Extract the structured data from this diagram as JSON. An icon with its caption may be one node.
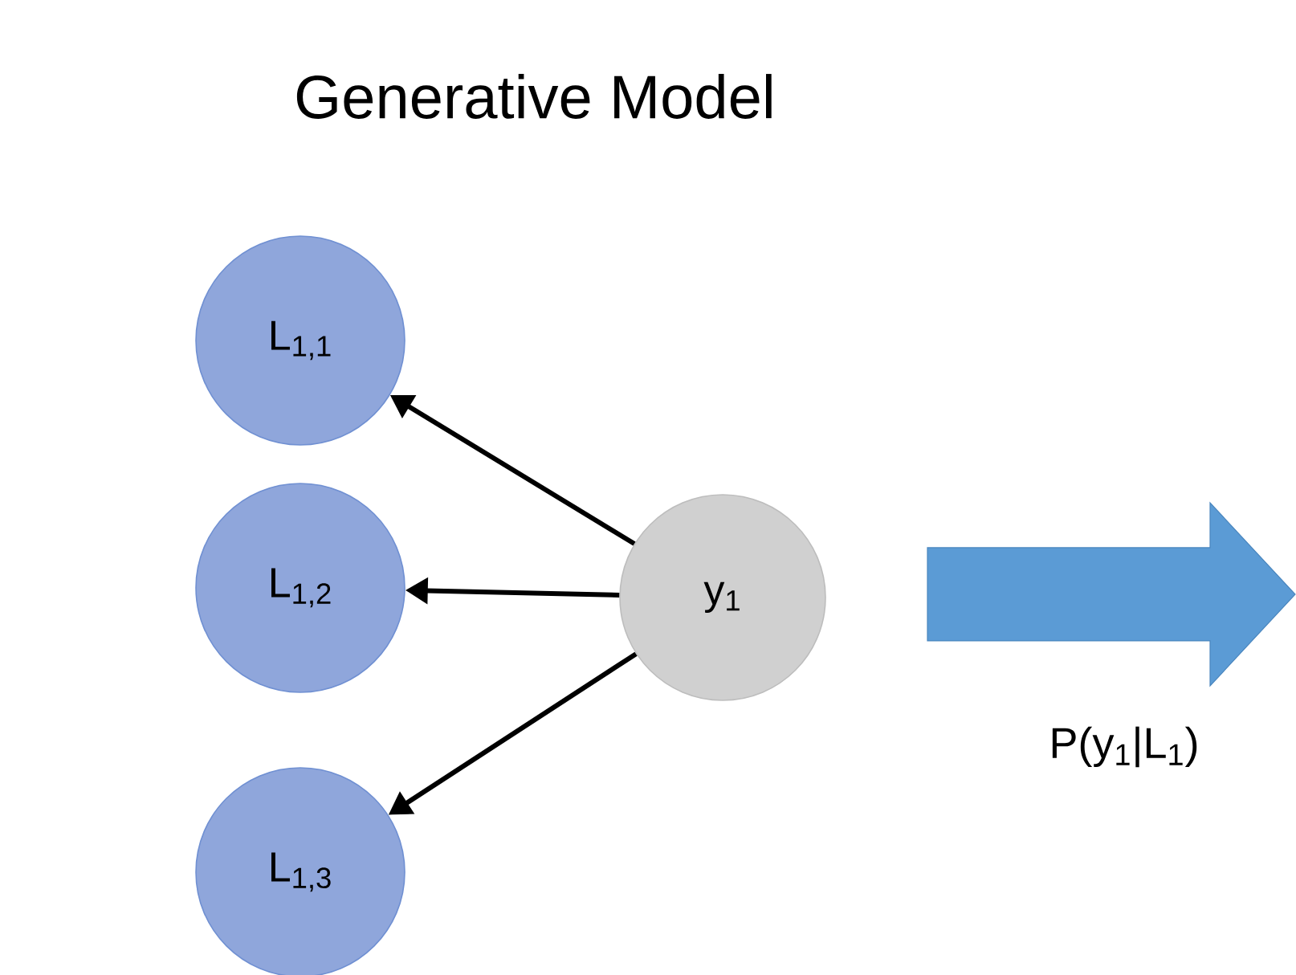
{
  "diagram": {
    "title": "Generative Model",
    "nodes": [
      {
        "text": [
          "L$_{1,1}$"
        ]
      },
      {
        "text": [
          "L$_{1,2}$"
        ]
      },
      {
        "text": [
          "L$_{1,3}$"
        ]
      },
      {
        "text": [
          "y$_{1}$"
        ]
      },
      {
        "text": [],
        "shape": "arrow",
        "beside": [
          "P(y$_{1}$|L$_{1}$)"
        ]
      }
    ],
    "edges": [
      {
        "from": 3,
        "to": 0,
        "arrow": "to"
      },
      {
        "from": 3,
        "to": 1,
        "arrow": "to"
      },
      {
        "from": 3,
        "to": 2,
        "arrow": "to"
      }
    ]
  }
}
